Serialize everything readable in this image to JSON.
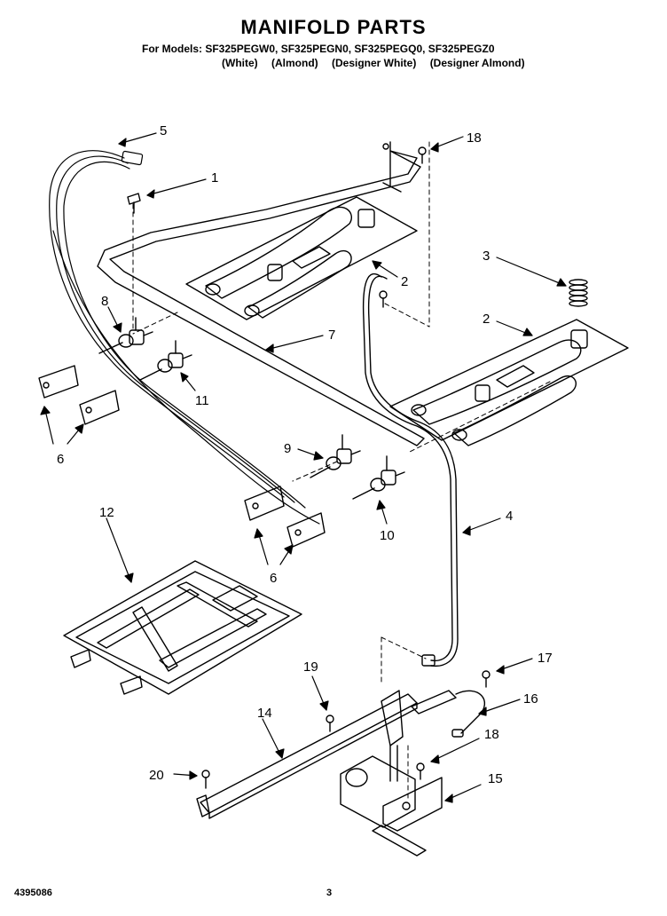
{
  "title": "MANIFOLD PARTS",
  "models": {
    "prefix": "For Models:",
    "list": "SF325PEGW0, SF325PEGN0, SF325PEGQ0, SF325PEGZ0",
    "colors": [
      "(White)",
      "(Almond)",
      "(Designer White)",
      "(Designer Almond)"
    ]
  },
  "callouts": [
    "1",
    "2",
    "2",
    "3",
    "4",
    "5",
    "6",
    "6",
    "7",
    "8",
    "9",
    "10",
    "11",
    "12",
    "14",
    "15",
    "16",
    "17",
    "18",
    "18",
    "19",
    "20"
  ],
  "footer": {
    "doc_number": "4395086",
    "page": "3"
  }
}
